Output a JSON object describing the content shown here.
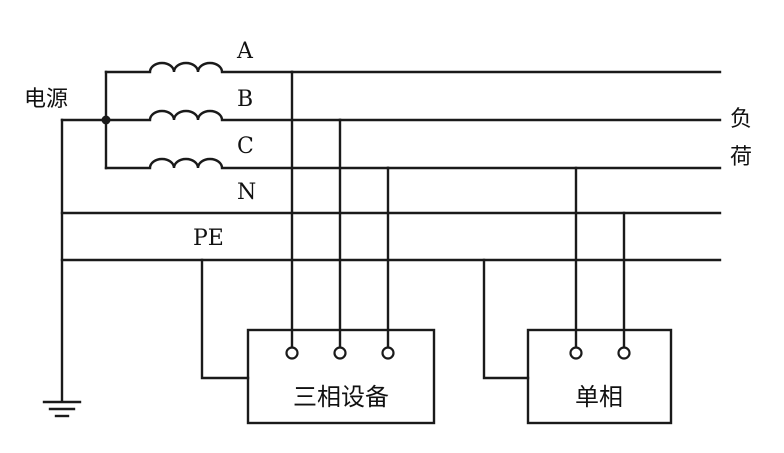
{
  "diagram": {
    "source_label": "电源",
    "load_label_1": "负",
    "load_label_2": "荷",
    "phase_a": "A",
    "phase_b": "B",
    "phase_c": "C",
    "neutral": "N",
    "protective_earth": "PE",
    "three_phase_device": "三相设备",
    "single_phase_device": "单相"
  },
  "colors": {
    "line": "#1a1a1a",
    "background": "#ffffff"
  }
}
